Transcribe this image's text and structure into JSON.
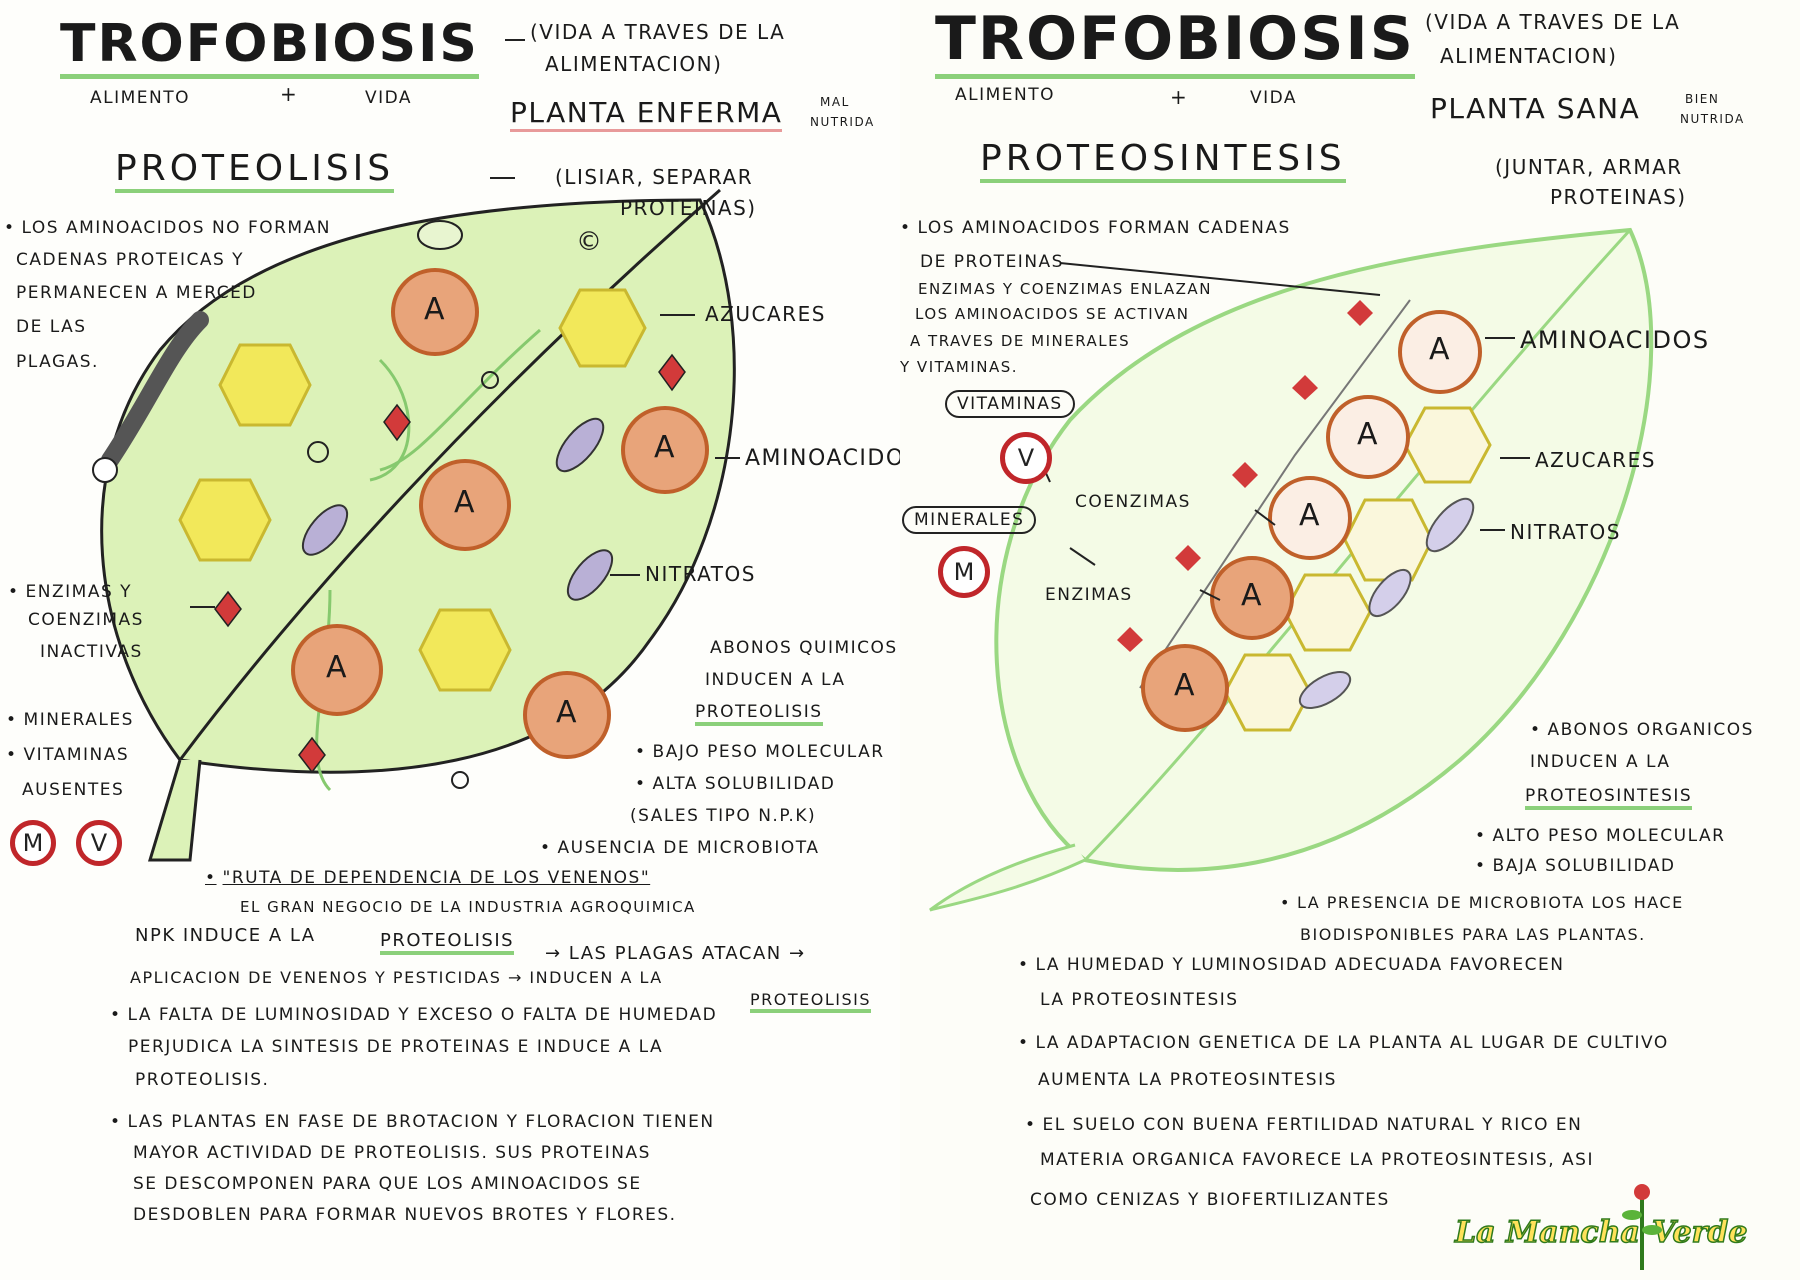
{
  "left": {
    "title": "TROFOBIOSIS",
    "subtitle_line1": "(VIDA A TRAVES DE LA",
    "subtitle_line2": "ALIMENTACION)",
    "word_food": "ALIMENTO",
    "plus": "+",
    "word_life": "VIDA",
    "plant_state": "PLANTA ENFERMA",
    "plant_note1": "MAL",
    "plant_note2": "NUTRIDA",
    "process": "PROTEOLISIS",
    "process_note1": "(LISIAR, SEPARAR",
    "process_note2": "PROTEINAS)",
    "intro": [
      "LOS AMINOACIDOS NO FORMAN",
      "CADENAS PROTEICAS Y",
      "PERMANECEN A MERCED",
      "DE LAS",
      "PLAGAS."
    ],
    "label_sugars": "AZUCARES",
    "label_amino": "AMINOACIDOS",
    "label_nitrates": "NITRATOS",
    "enzymes": [
      "ENZIMAS Y",
      "COENZIMAS",
      "INACTIVAS"
    ],
    "minerals": "MINERALES",
    "vitamins": "VITAMINAS",
    "absent": "AUSENTES",
    "badge_m": "M",
    "badge_v": "V",
    "amino_letter": "A",
    "chem": [
      "ABONOS QUIMICOS",
      "INDUCEN A LA",
      "PROTEOLISIS"
    ],
    "chem_props": [
      "BAJO PESO MOLECULAR",
      "ALTA SOLUBILIDAD",
      "(SALES TIPO N.P.K)",
      "AUSENCIA DE MICROBIOTA"
    ],
    "route_title": "\"RUTA DE DEPENDENCIA DE LOS VENENOS\"",
    "route_sub": "EL GRAN NEGOCIO DE LA INDUSTRIA AGROQUIMICA",
    "npk_line_a": "NPK INDUCE A LA",
    "npk_line_b": "PROTEOLISIS",
    "npk_line_c": "→ LAS PLAGAS ATACAN →",
    "apply_line_a": "APLICACION DE VENENOS Y PESTICIDAS → INDUCEN A LA",
    "apply_line_b": "PROTEOLISIS",
    "light_para": [
      "LA FALTA DE LUMINOSIDAD Y EXCESO O FALTA DE HUMEDAD",
      "PERJUDICA LA SINTESIS DE PROTEINAS E INDUCE A LA",
      "PROTEOLISIS."
    ],
    "sprout_para": [
      "LAS PLANTAS EN FASE DE BROTACION Y FLORACION TIENEN",
      "MAYOR ACTIVIDAD DE PROTEOLISIS. SUS PROTEINAS",
      "SE DESCOMPONEN PARA QUE LOS AMINOACIDOS SE",
      "DESDOBLEN PARA FORMAR NUEVOS BROTES Y FLORES."
    ]
  },
  "right": {
    "title": "TROFOBIOSIS",
    "subtitle_line1": "(VIDA A TRAVES DE LA",
    "subtitle_line2": "ALIMENTACION)",
    "word_food": "ALIMENTO",
    "plus": "+",
    "word_life": "VIDA",
    "plant_state": "PLANTA SANA",
    "plant_note1": "BIEN",
    "plant_note2": "NUTRIDA",
    "process": "PROTEOSINTESIS",
    "process_note1": "(JUNTAR, ARMAR",
    "process_note2": "PROTEINAS)",
    "intro": [
      "LOS AMINOACIDOS FORMAN CADENAS",
      "DE PROTEINAS",
      "ENZIMAS Y COENZIMAS ENLAZAN",
      "LOS AMINOACIDOS SE ACTIVAN",
      "A TRAVES DE MINERALES",
      "Y VITAMINAS."
    ],
    "vitamins": "VITAMINAS",
    "minerals": "MINERALES",
    "badge_v": "V",
    "badge_m": "M",
    "coenzymes": "COENZIMAS",
    "enzymes": "ENZIMAS",
    "label_amino": "AMINOACIDOS",
    "label_sugars": "AZUCARES",
    "label_nitrates": "NITRATOS",
    "amino_letter": "A",
    "org": [
      "ABONOS ORGANICOS",
      "INDUCEN A LA",
      "PROTEOSINTESIS"
    ],
    "org_props": [
      "ALTO PESO MOLECULAR",
      "BAJA SOLUBILIDAD"
    ],
    "microbiota": [
      "LA PRESENCIA DE MICROBIOTA LOS HACE",
      "BIODISPONIBLES PARA LAS PLANTAS."
    ],
    "humidity": [
      "LA HUMEDAD Y LUMINOSIDAD ADECUADA FAVORECEN",
      "LA PROTEOSINTESIS"
    ],
    "adaptation": [
      "LA ADAPTACION GENETICA DE LA PLANTA AL LUGAR DE CULTIVO",
      "AUMENTA LA PROTEOSINTESIS"
    ],
    "soil": [
      "EL SUELO CON BUENA FERTILIDAD NATURAL Y RICO EN",
      "MATERIA ORGANICA FAVORECE LA PROTEOSINTESIS, ASI",
      "COMO CENIZAS Y BIOFERTILIZANTES"
    ],
    "logo_a": "La Mancha",
    "logo_b": "Verde"
  },
  "colors": {
    "leaf_fill": "#d8f0b0",
    "leaf_edge": "#7cc96a",
    "amino_fill": "#e8a47a",
    "amino_edge": "#c0602a",
    "sugar_fill": "#f2e85a",
    "sugar_edge": "#c9c030",
    "nitrate_fill": "#b9b0d6",
    "enzyme_red": "#d23a3a",
    "badge_red": "#c0262a",
    "underline_green": "#8bd07a"
  }
}
